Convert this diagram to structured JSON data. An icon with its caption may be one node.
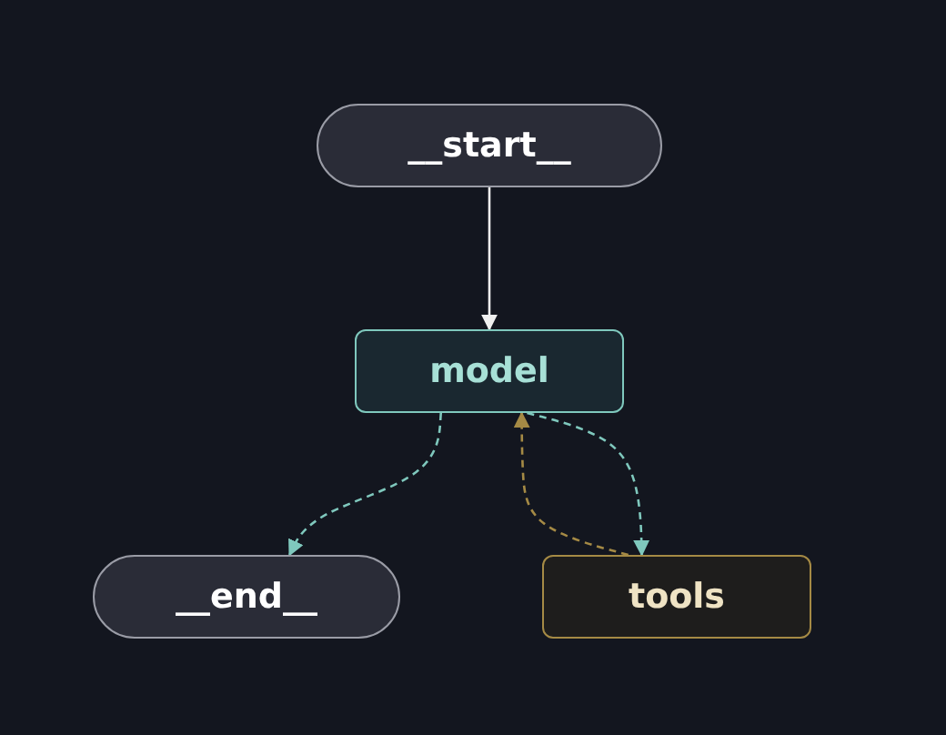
{
  "diagram": {
    "nodes": [
      {
        "text": [
          "__start__"
        ]
      },
      {
        "text": [
          "model"
        ]
      },
      {
        "text": [
          "__end__"
        ]
      },
      {
        "text": [
          "tools"
        ]
      }
    ],
    "edges": [
      {
        "from": 0,
        "to": 1,
        "arrow": "to",
        "color": "#f0f0f0"
      },
      {
        "from": 1,
        "to": 2,
        "arrow": "to",
        "style": "dashed",
        "color": "#7fc8bd"
      },
      {
        "from": 1,
        "to": 3,
        "arrow": "to",
        "style": "dashed",
        "color": "#7fc8bd"
      },
      {
        "from": 3,
        "to": 1,
        "arrow": "to",
        "style": "dashed",
        "color": "#a58a45"
      }
    ]
  }
}
